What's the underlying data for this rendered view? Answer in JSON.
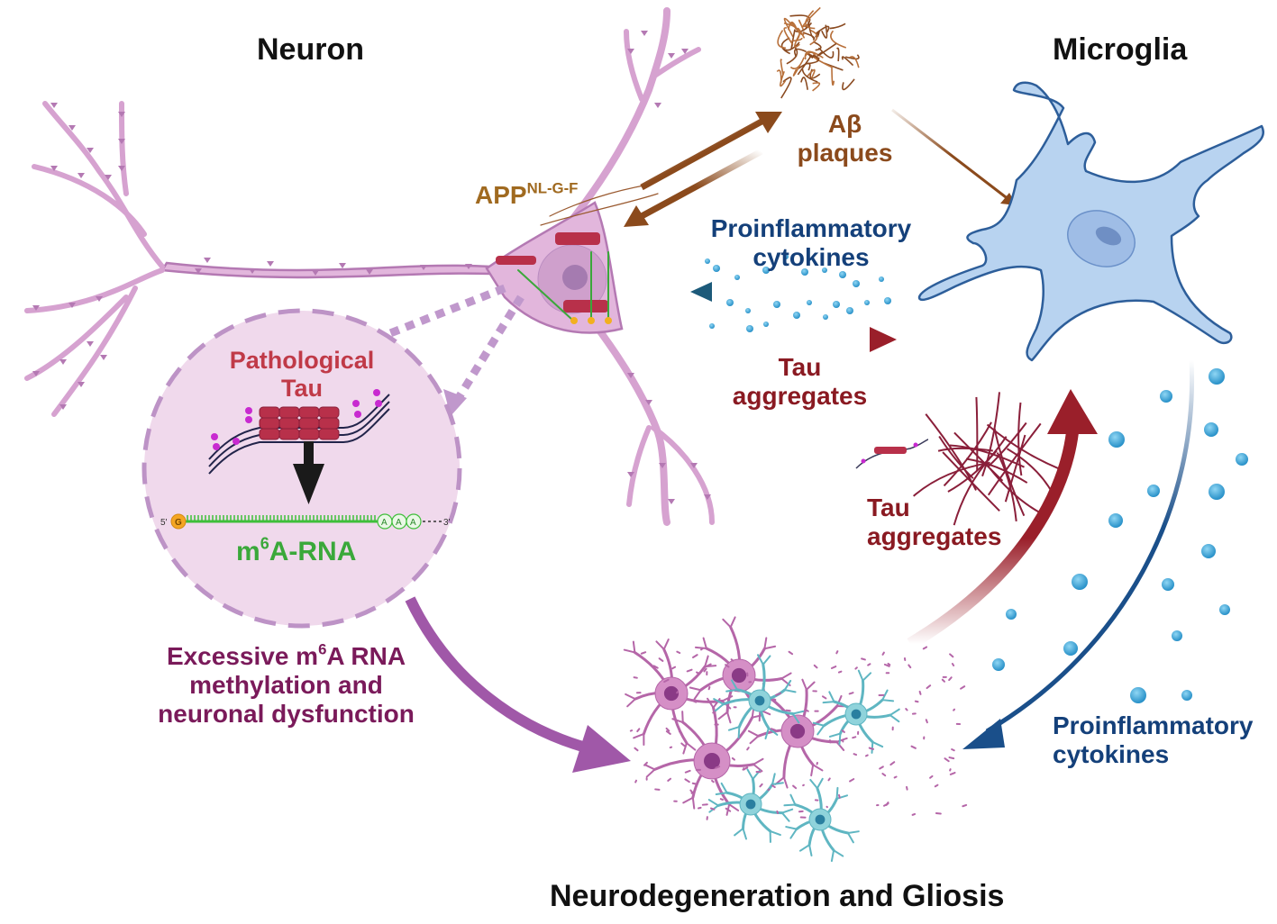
{
  "headings": {
    "neuron": "Neuron",
    "microglia": "Microglia",
    "outcome": "Neurodegeneration and Gliosis"
  },
  "labels": {
    "app_base": "APP",
    "app_sup": "NL-G-F",
    "abeta_line1": "Aβ",
    "abeta_line2": "plaques",
    "cytokines_top_line1": "Proinflammatory",
    "cytokines_top_line2": "cytokines",
    "tau_mid_line1": "Tau",
    "tau_mid_line2": "aggregates",
    "tau_right_line1": "Tau",
    "tau_right_line2": "aggregates",
    "cytokines_bottom_line1": "Proinflammatory",
    "cytokines_bottom_line2": "cytokines",
    "patho_line1": "Pathological",
    "patho_line2": "Tau",
    "m6a_base": "m",
    "m6a_sup": "6",
    "m6a_rest": "A-RNA",
    "rna_5prime": "5'",
    "rna_3prime": "3'",
    "rna_cap": "G",
    "rna_polyA": [
      "A",
      "A",
      "A"
    ],
    "excess_line1_a": "Excessive m",
    "excess_line1_sup": "6",
    "excess_line1_b": "A RNA",
    "excess_line2": "methylation and",
    "excess_line3": "neuronal dysfunction"
  },
  "colors": {
    "neuron_fill": "#e2b6dc",
    "neuron_stroke": "#b479b3",
    "microglia_fill": "#b8d3f0",
    "microglia_stroke": "#2d5e9a",
    "abeta_brown": "#8b4a1c",
    "cytokine_navy": "#14407a",
    "tau_red": "#9a1f2a",
    "patho_red": "#c03a48",
    "rna_green": "#3aa83a",
    "excess_purple": "#7a1a5a",
    "app_gold": "#a06a20",
    "astro_cyan": "#7fc9d1",
    "dots_blue": "#2a9ad0"
  }
}
